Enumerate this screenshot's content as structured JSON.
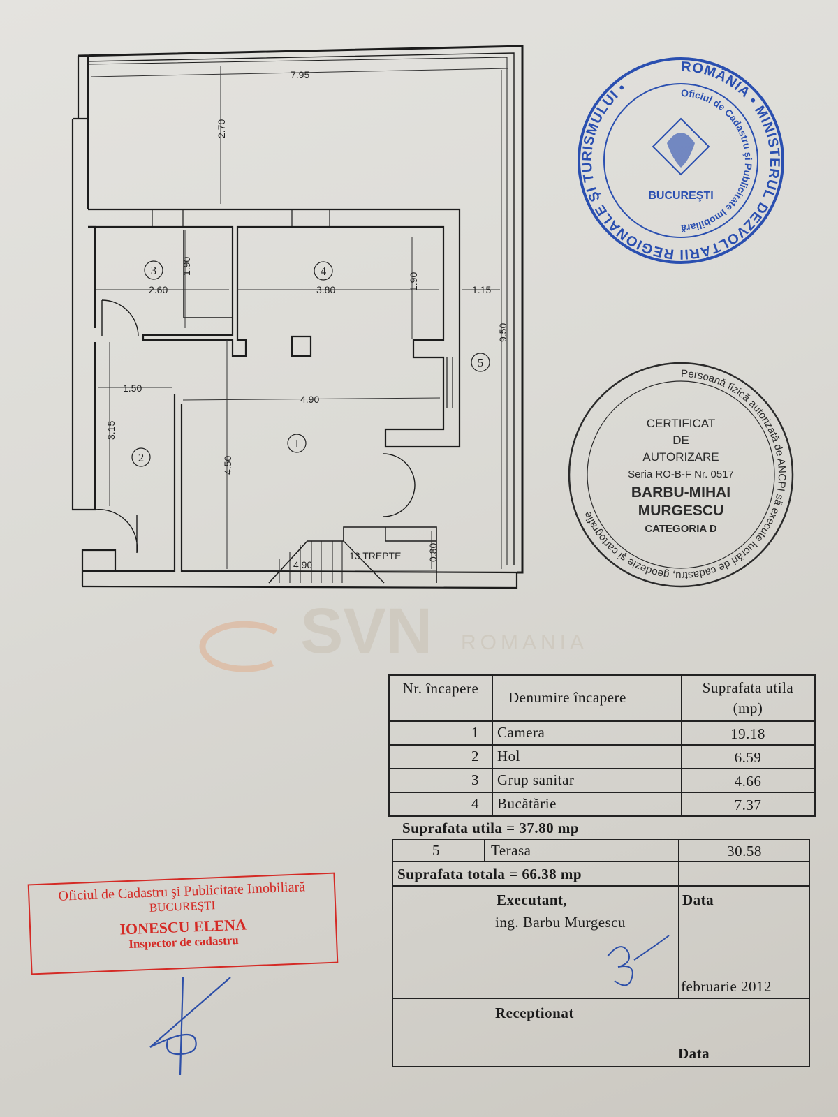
{
  "plan": {
    "dimensions": {
      "d795": "7.95",
      "d270": "2.70",
      "d190a": "1.90",
      "d190b": "1.90",
      "d260": "2.60",
      "d380": "3.80",
      "d115": "1.15",
      "d950": "9.50",
      "d150": "1.50",
      "d490a": "4.90",
      "d315": "3.15",
      "d450": "4.50",
      "d490b": "4.90",
      "d080": "0.80"
    },
    "stairs_label": "13 TREPTE",
    "rooms": [
      "1",
      "2",
      "3",
      "4",
      "5"
    ],
    "watermark": {
      "main": "SVN",
      "sub": "ROMANIA"
    }
  },
  "table": {
    "headers": {
      "nr": "Nr. încapere",
      "name": "Denumire încapere",
      "area_line1": "Suprafata utila",
      "area_line2": "(mp)"
    },
    "rows": [
      {
        "nr": "1",
        "name": "Camera",
        "area": "19.18"
      },
      {
        "nr": "2",
        "name": "Hol",
        "area": "6.59"
      },
      {
        "nr": "3",
        "name": "Grup sanitar",
        "area": "4.66"
      },
      {
        "nr": "4",
        "name": "Bucătărie",
        "area": "7.37"
      }
    ],
    "subtotal": "Suprafata utila = 37.80 mp",
    "terrace": {
      "nr": "5",
      "name": "Terasa",
      "area": "30.58"
    },
    "total": "Suprafata totala = 66.38 mp",
    "executant_label": "Executant,",
    "executant_name": "ing. Barbu Murgescu",
    "data_label": "Data",
    "date": "februarie 2012",
    "receptionat_label": "Receptionat",
    "data_label_2": "Data"
  },
  "stamps": {
    "red": {
      "line1": "Oficiul de Cadastru şi Publicitate Imobiliară",
      "line2": "BUCUREŞTI",
      "line3": "IONESCU ELENA",
      "line4": "Inspector de cadastru",
      "color": "#d42a25"
    },
    "blue": {
      "outer": "ROMÂNIA • MINISTERUL DEZVOLTĂRII REGIONALE ŞI TURISMULUI •",
      "inner": "Oficiul de Cadastru şi Publicitate Imobiliară",
      "city": "BUCUREŞTI",
      "color": "#2a4fb0"
    },
    "black": {
      "outer": "Persoană fizică autorizată de ANCPI să execute lucrări de cadastru, geodezie şi cartografie",
      "l1": "CERTIFICAT",
      "l2": "DE",
      "l3": "AUTORIZARE",
      "l4": "Seria RO-B-F Nr. 0517",
      "l5": "BARBU-MIHAI",
      "l6": "MURGESCU",
      "l7": "CATEGORIA D",
      "color": "#2b2b2b"
    }
  }
}
